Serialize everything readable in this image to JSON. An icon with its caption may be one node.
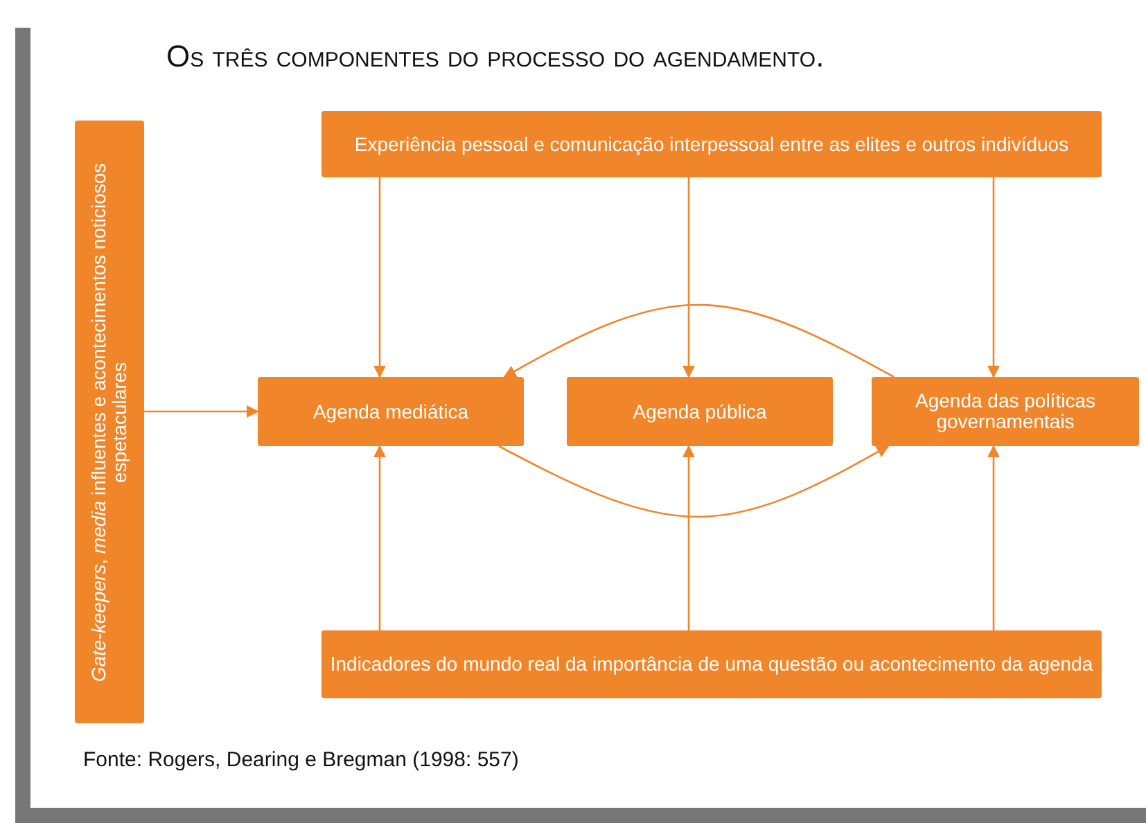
{
  "diagram": {
    "title": "Os três componentes do processo do agendamento.",
    "nodes": [
      {
        "text": [
          "Experiência pessoal e comunicação interpessoal entre as elites e outros indivíduos"
        ]
      },
      {
        "text": [
          "*Gate-keepers*, *media* influentes e acontecimentos noticiosos espetaculares"
        ]
      },
      {
        "text": [
          "Agenda mediática"
        ]
      },
      {
        "text": [
          "Agenda pública"
        ]
      },
      {
        "text": [
          "Agenda das políticas governamentais"
        ]
      },
      {
        "text": [
          "Indicadores do mundo real da importância de uma questão ou acontecimento da agenda"
        ]
      }
    ],
    "edges": [
      {
        "from": 0,
        "to": 2,
        "arrow": "to"
      },
      {
        "from": 0,
        "to": 3,
        "arrow": "to"
      },
      {
        "from": 0,
        "to": 4,
        "arrow": "to"
      },
      {
        "from": 1,
        "to": 2,
        "arrow": "to"
      },
      {
        "from": 4,
        "to": 2,
        "arrow": "to"
      },
      {
        "from": 2,
        "to": 4,
        "arrow": "to"
      },
      {
        "from": 5,
        "to": 2,
        "arrow": "to"
      },
      {
        "from": 5,
        "to": 3,
        "arrow": "to"
      },
      {
        "from": 5,
        "to": 4,
        "arrow": "to"
      }
    ],
    "labels": [
      "Fonte: Rogers, Dearing e Bregman (1998: 557)"
    ]
  }
}
